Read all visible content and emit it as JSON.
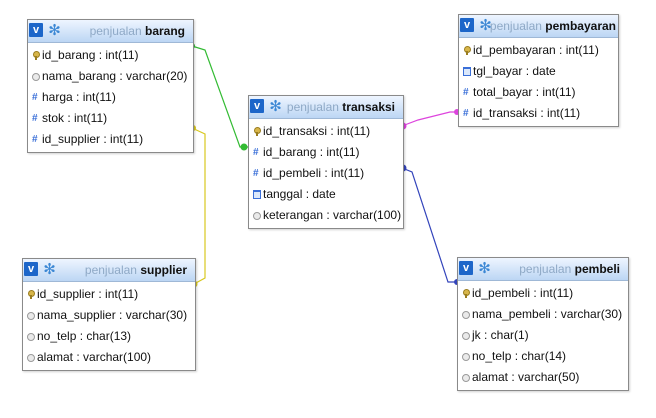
{
  "database": "penjualan",
  "tables": [
    {
      "id": "barang",
      "name": "barang",
      "columns": [
        {
          "text": "id_barang : int(11)",
          "icon": "key-icon"
        },
        {
          "text": "nama_barang : varchar(20)",
          "icon": "string-icon"
        },
        {
          "text": "harga : int(11)",
          "icon": "numeric-icon"
        },
        {
          "text": "stok : int(11)",
          "icon": "numeric-icon"
        },
        {
          "text": "id_supplier : int(11)",
          "icon": "numeric-icon"
        }
      ]
    },
    {
      "id": "supplier",
      "name": "supplier",
      "columns": [
        {
          "text": "id_supplier : int(11)",
          "icon": "key-icon"
        },
        {
          "text": "nama_supplier : varchar(30)",
          "icon": "string-icon"
        },
        {
          "text": "no_telp : char(13)",
          "icon": "string-icon"
        },
        {
          "text": "alamat : varchar(100)",
          "icon": "string-icon"
        }
      ]
    },
    {
      "id": "transaksi",
      "name": "transaksi",
      "columns": [
        {
          "text": "id_transaksi : int(11)",
          "icon": "key-icon"
        },
        {
          "text": "id_barang : int(11)",
          "icon": "numeric-icon"
        },
        {
          "text": "id_pembeli : int(11)",
          "icon": "numeric-icon"
        },
        {
          "text": "tanggal : date",
          "icon": "date-icon"
        },
        {
          "text": "keterangan : varchar(100)",
          "icon": "string-icon"
        }
      ]
    },
    {
      "id": "pembayaran",
      "name": "pembayaran",
      "columns": [
        {
          "text": "id_pembayaran : int(11)",
          "icon": "key-icon"
        },
        {
          "text": "tgl_bayar : date",
          "icon": "date-icon"
        },
        {
          "text": "total_bayar : int(11)",
          "icon": "numeric-icon"
        },
        {
          "text": "id_transaksi : int(11)",
          "icon": "numeric-icon"
        }
      ]
    },
    {
      "id": "pembeli",
      "name": "pembeli",
      "columns": [
        {
          "text": "id_pembeli : int(11)",
          "icon": "key-icon"
        },
        {
          "text": "nama_pembeli : varchar(30)",
          "icon": "string-icon"
        },
        {
          "text": "jk : char(1)",
          "icon": "string-icon"
        },
        {
          "text": "no_telp : char(14)",
          "icon": "string-icon"
        },
        {
          "text": "alamat : varchar(50)",
          "icon": "string-icon"
        }
      ]
    }
  ],
  "relations": [
    {
      "name": "barang-transaksi",
      "color": "#33bb33"
    },
    {
      "name": "supplier-barang",
      "color": "#d8c820"
    },
    {
      "name": "transaksi-pembayaran",
      "color": "#dd44dd"
    },
    {
      "name": "transaksi-pembeli",
      "color": "#3344bb"
    }
  ],
  "colors": {
    "accent": "#1d66c9",
    "header": "#bcd6f4"
  }
}
